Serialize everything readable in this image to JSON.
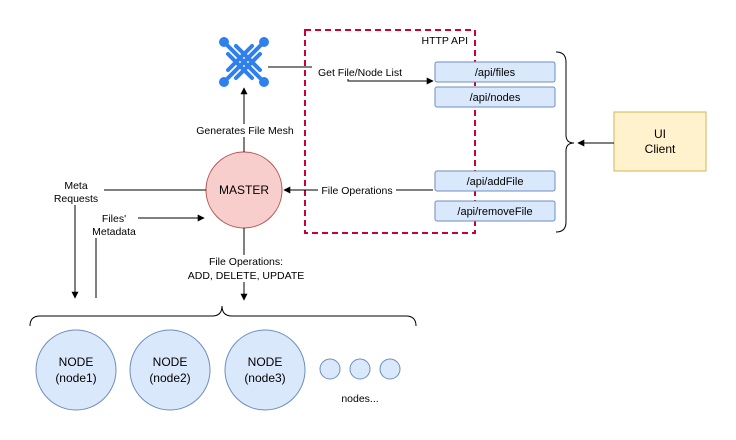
{
  "http_api": {
    "title": "HTTP API"
  },
  "endpoints": [
    "/api/files",
    "/api/nodes",
    "/api/addFile",
    "/api/removeFile"
  ],
  "master": {
    "label": "MASTER"
  },
  "ui_client": {
    "line1": "UI",
    "line2": "Client"
  },
  "edges": {
    "get_list": "Get File/Node List",
    "file_ops": "File Operations",
    "mesh": "Generates File Mesh",
    "meta_requests_1": "Meta",
    "meta_requests_2": "Requests",
    "files_metadata_1": "Files'",
    "files_metadata_2": "Metadata",
    "node_ops_1": "File Operations:",
    "node_ops_2": "ADD, DELETE, UPDATE"
  },
  "nodes": [
    {
      "title": "NODE",
      "id": "(node1)"
    },
    {
      "title": "NODE",
      "id": "(node2)"
    },
    {
      "title": "NODE",
      "id": "(node3)"
    }
  ],
  "more_nodes": "nodes...",
  "colors": {
    "endpoint_fill": "#dae8fc",
    "endpoint_stroke": "#6c8ebf",
    "master_fill": "#f8cecc",
    "master_stroke": "#b85450",
    "client_fill": "#fff2cc",
    "client_stroke": "#d6b656",
    "api_border": "#cc0033",
    "mesh_icon": "#2f80ed"
  },
  "icons": {
    "mesh": "mesh-network-icon"
  }
}
